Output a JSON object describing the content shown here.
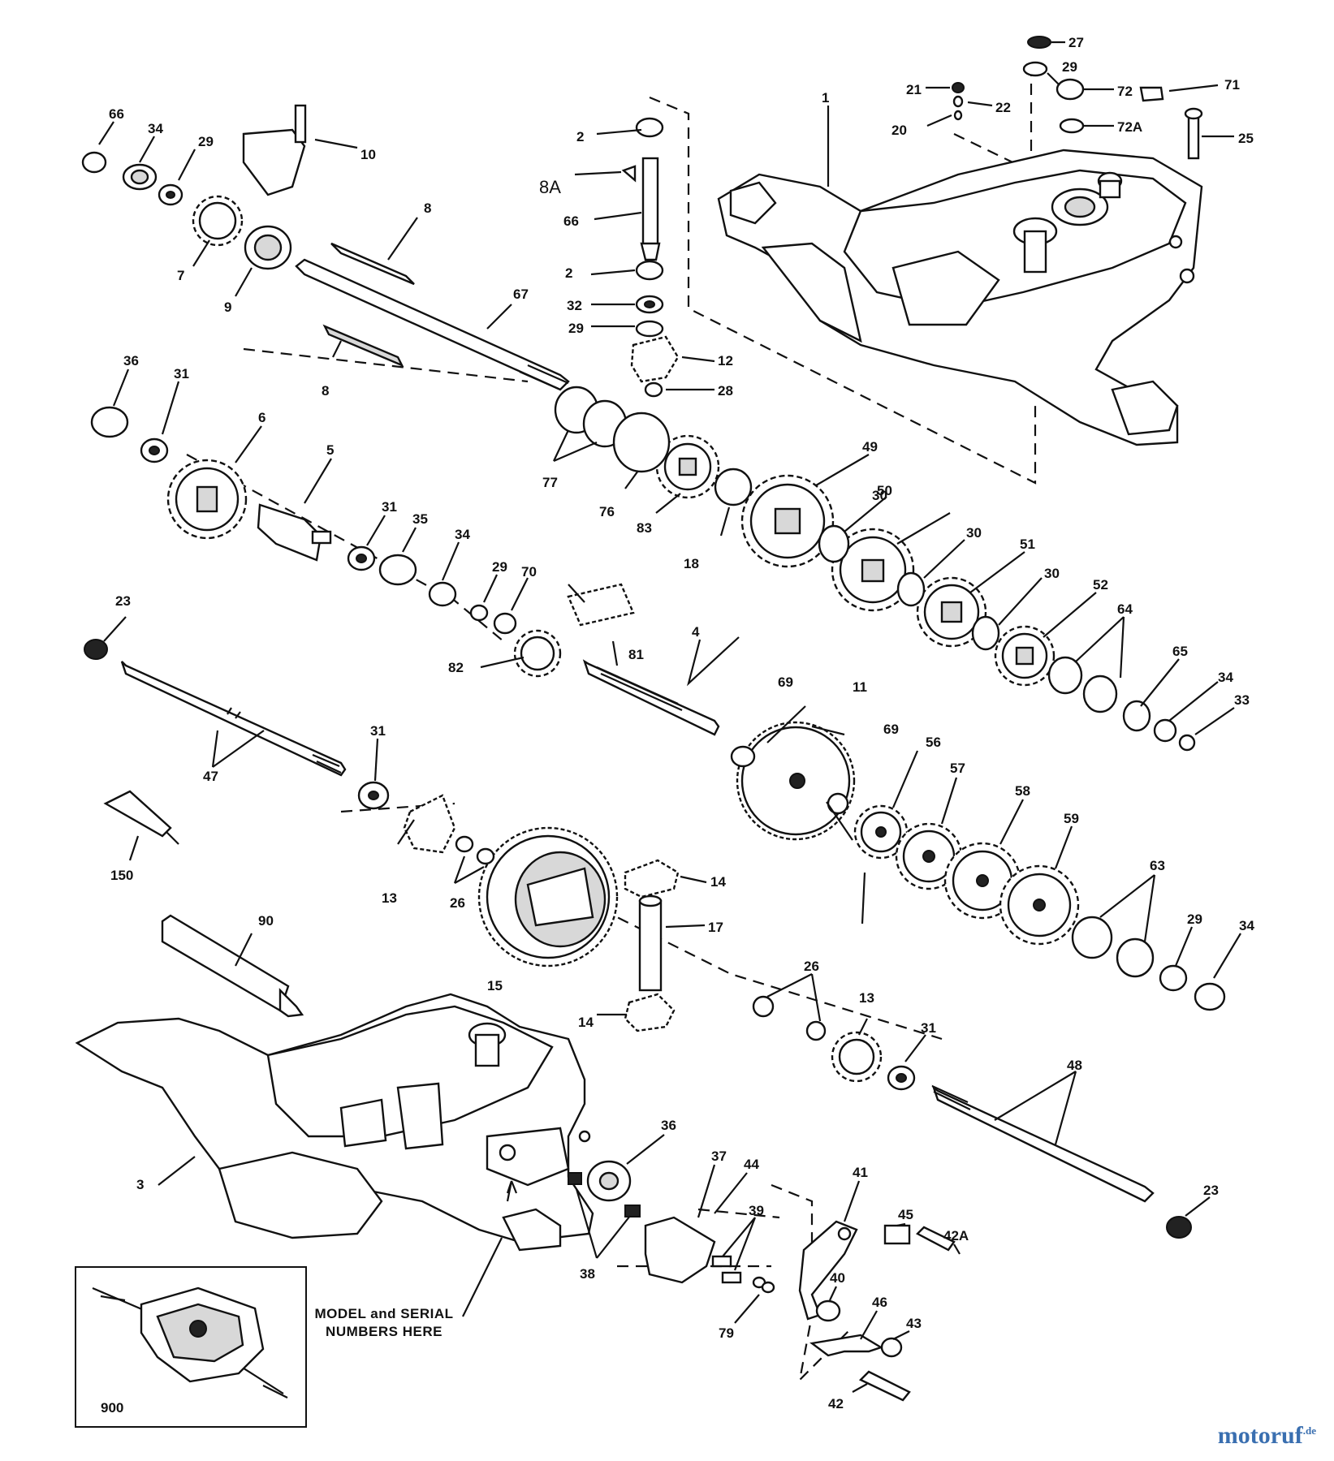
{
  "diagram": {
    "note_line1": "MODEL and SERIAL",
    "note_line2": "NUMBERS HERE",
    "inset_label": "900",
    "watermark_main": "motoruf",
    "watermark_suffix": ".de"
  },
  "labels": [
    "1",
    "2",
    "2",
    "3",
    "4",
    "5",
    "6",
    "7",
    "8",
    "8",
    "8A",
    "9",
    "10",
    "11",
    "12",
    "13",
    "13",
    "14",
    "14",
    "15",
    "17",
    "18",
    "20",
    "21",
    "22",
    "23",
    "23",
    "25",
    "26",
    "26",
    "27",
    "28",
    "29",
    "29",
    "29",
    "29",
    "29",
    "30",
    "30",
    "30",
    "31",
    "31",
    "31",
    "31",
    "32",
    "33",
    "34",
    "34",
    "34",
    "34",
    "35",
    "36",
    "36",
    "37",
    "38",
    "39",
    "40",
    "41",
    "42",
    "42A",
    "43",
    "44",
    "45",
    "46",
    "47",
    "48",
    "49",
    "50",
    "51",
    "52",
    "56",
    "57",
    "58",
    "59",
    "63",
    "64",
    "65",
    "66",
    "66",
    "67",
    "69",
    "69",
    "70",
    "71",
    "72",
    "72A",
    "76",
    "77",
    "79",
    "81",
    "82",
    "83",
    "90",
    "150"
  ]
}
